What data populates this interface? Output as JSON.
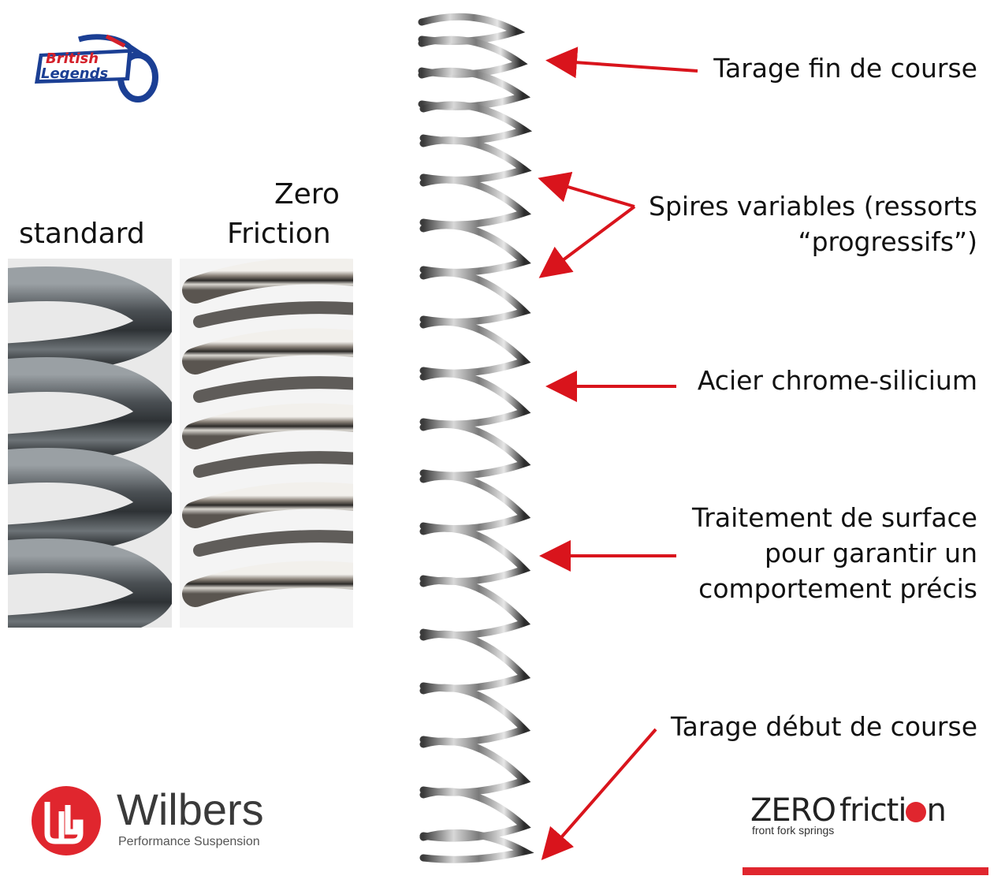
{
  "brand_top": {
    "line1": "British",
    "line2": "Legends",
    "color_primary": "#1b3f94",
    "color_accent": "#d4202a"
  },
  "comparison": {
    "standard_label": "standard",
    "zero_label_line1": "Zero",
    "zero_label_line2": "Friction"
  },
  "callouts": {
    "tarage_fin": "Tarage fin de course",
    "spires_line1": "Spires variables (ressorts",
    "spires_line2": "“progressifs”)",
    "acier": "Acier chrome-silicium",
    "traitement_line1": "Traitement de surface",
    "traitement_line2": "pour garantir un",
    "traitement_line3": "comportement précis",
    "tarage_debut": "Tarage début de course"
  },
  "wilbers": {
    "name": "Wilbers",
    "tagline": "Performance Suspension",
    "color": "#e0262e"
  },
  "zero_friction_brand": {
    "word1": "ZERO",
    "word2_prefix": "fricti",
    "word2_suffix": "n",
    "subtitle": "front fork springs",
    "accent_color": "#e0262e"
  },
  "colors": {
    "arrow": "#d9141c",
    "bar": "#e0262e"
  }
}
